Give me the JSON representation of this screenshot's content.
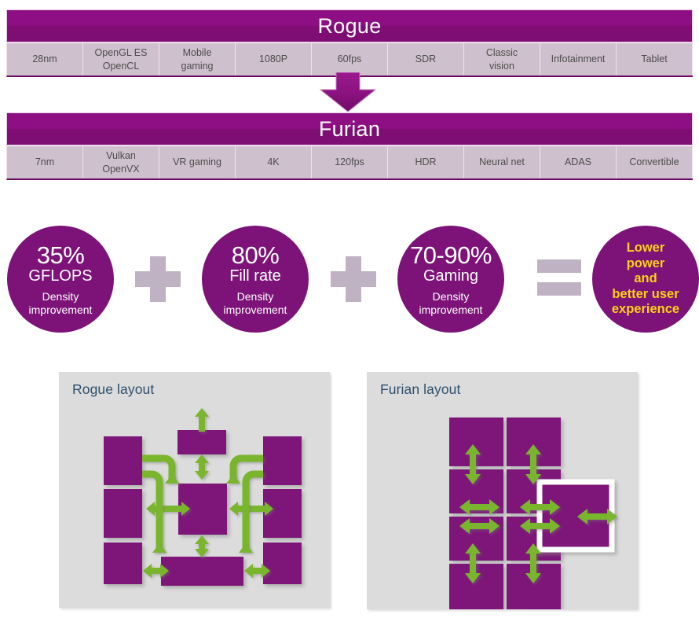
{
  "generations": [
    {
      "id": "rogue",
      "title": "Rogue",
      "features": [
        "28nm",
        "OpenGL ES\nOpenCL",
        "Mobile\ngaming",
        "1080P",
        "60fps",
        "SDR",
        "Classic\nvision",
        "Infotainment",
        "Tablet"
      ]
    },
    {
      "id": "furian",
      "title": "Furian",
      "features": [
        "7nm",
        "Vulkan\nOpenVX",
        "VR gaming",
        "4K",
        "120fps",
        "HDR",
        "Neural net",
        "ADAS",
        "Convertible"
      ]
    }
  ],
  "transition_arrow": "down-arrow",
  "metrics": [
    {
      "value": "35%",
      "metric": "GFLOPS",
      "note": "Density\nimprovement"
    },
    {
      "value": "80%",
      "metric": "Fill rate",
      "note": "Density\nimprovement"
    },
    {
      "value": "70-90%",
      "metric": "Gaming",
      "note": "Density\nimprovement"
    }
  ],
  "operators": {
    "plus": "+",
    "equals": "="
  },
  "result": {
    "text": "Lower\npower\nand\nbetter user\nexperience"
  },
  "layouts": [
    {
      "id": "rogue",
      "title": "Rogue layout"
    },
    {
      "id": "furian",
      "title": "Furian layout"
    }
  ],
  "colors": {
    "purple_header": "#8e0f83",
    "purple_block": "#7d1378",
    "lavender_cell": "#cfc0cd",
    "gray_operator": "#bfb2c3",
    "green_arrow": "#7ab52e",
    "yellow_text": "#fcd116",
    "panel_bg": "#dcdcdc",
    "panel_title": "#2e4f6e"
  }
}
